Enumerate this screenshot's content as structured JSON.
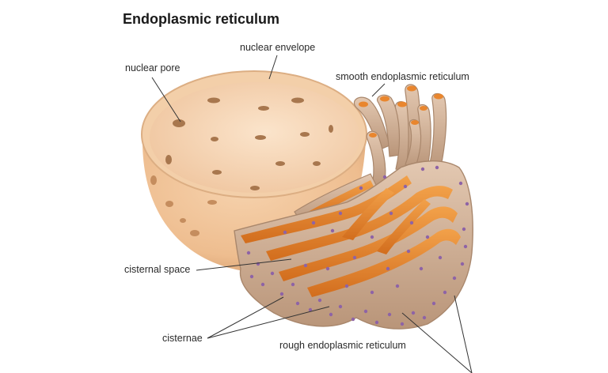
{
  "title": "Endoplasmic reticulum",
  "labels": {
    "nuclear_envelope": "nuclear envelope",
    "nuclear_pore": "nuclear pore",
    "smooth_er": "smooth endoplasmic reticulum",
    "cisternal_space": "cisternal space",
    "cisternae": "cisternae",
    "rough_er": "rough endoplasmic reticulum"
  },
  "colors": {
    "nucleus_outer": "#f0c49a",
    "nucleus_inner": "#f7d7b6",
    "membrane": "#cfae94",
    "membrane_dark": "#a9876c",
    "lumen": "#e9862e",
    "ribosome": "#8e63a6",
    "leader_line": "#333333"
  }
}
